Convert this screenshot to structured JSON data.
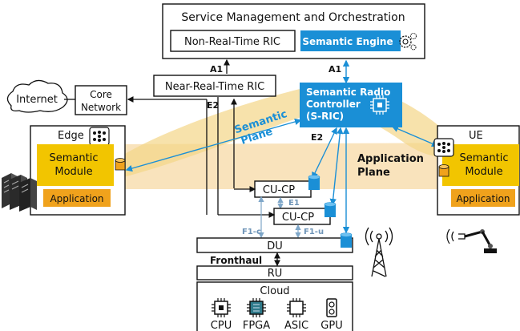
{
  "smo": {
    "title": "Service Management and Orchestration",
    "non_rt_ric": "Non-Real-Time RIC",
    "semantic_engine": "Semantic Engine"
  },
  "near_rt_ric": "Near-Real-Time RIC",
  "internet": "Internet",
  "core_network": [
    "Core",
    "Network"
  ],
  "sric": [
    "Semantic Radio",
    "Controller",
    "(S-RIC)"
  ],
  "interfaces": {
    "a1_left": "A1",
    "a1_right": "A1",
    "e2_left": "E2",
    "e2_right": "E2",
    "e1": "E1",
    "f1c": "F1-c",
    "f1u": "F1-u"
  },
  "semantic_plane": [
    "Semantic",
    "Plane"
  ],
  "application_plane": [
    "Application",
    "Plane"
  ],
  "edge": {
    "title": "Edge",
    "semantic_module": [
      "Semantic",
      "Module"
    ],
    "application": "Application"
  },
  "ue": {
    "title": "UE",
    "semantic_module": [
      "Semantic",
      "Module"
    ],
    "application": "Application"
  },
  "cu_cp_1": "CU-CP",
  "cu_cp_2": "CU-CP",
  "du": "DU",
  "fronthaul": "Fronthaul",
  "ru": "RU",
  "cloud": {
    "title": "Cloud",
    "hardware": [
      "CPU",
      "FPGA",
      "ASIC",
      "GPU"
    ]
  },
  "colors": {
    "semantic_blue": "#1a8fd6",
    "module_yellow": "#f2c500",
    "application_orange": "#f0a21c",
    "plane_band": "#f7d9a6",
    "interface_gray_blue": "#6f95b8"
  },
  "icons": [
    "gear-icon",
    "neural-network-icon",
    "chip-icon",
    "database-icon",
    "cell-tower-icon",
    "server-rack-icon",
    "robot-arm-icon"
  ]
}
